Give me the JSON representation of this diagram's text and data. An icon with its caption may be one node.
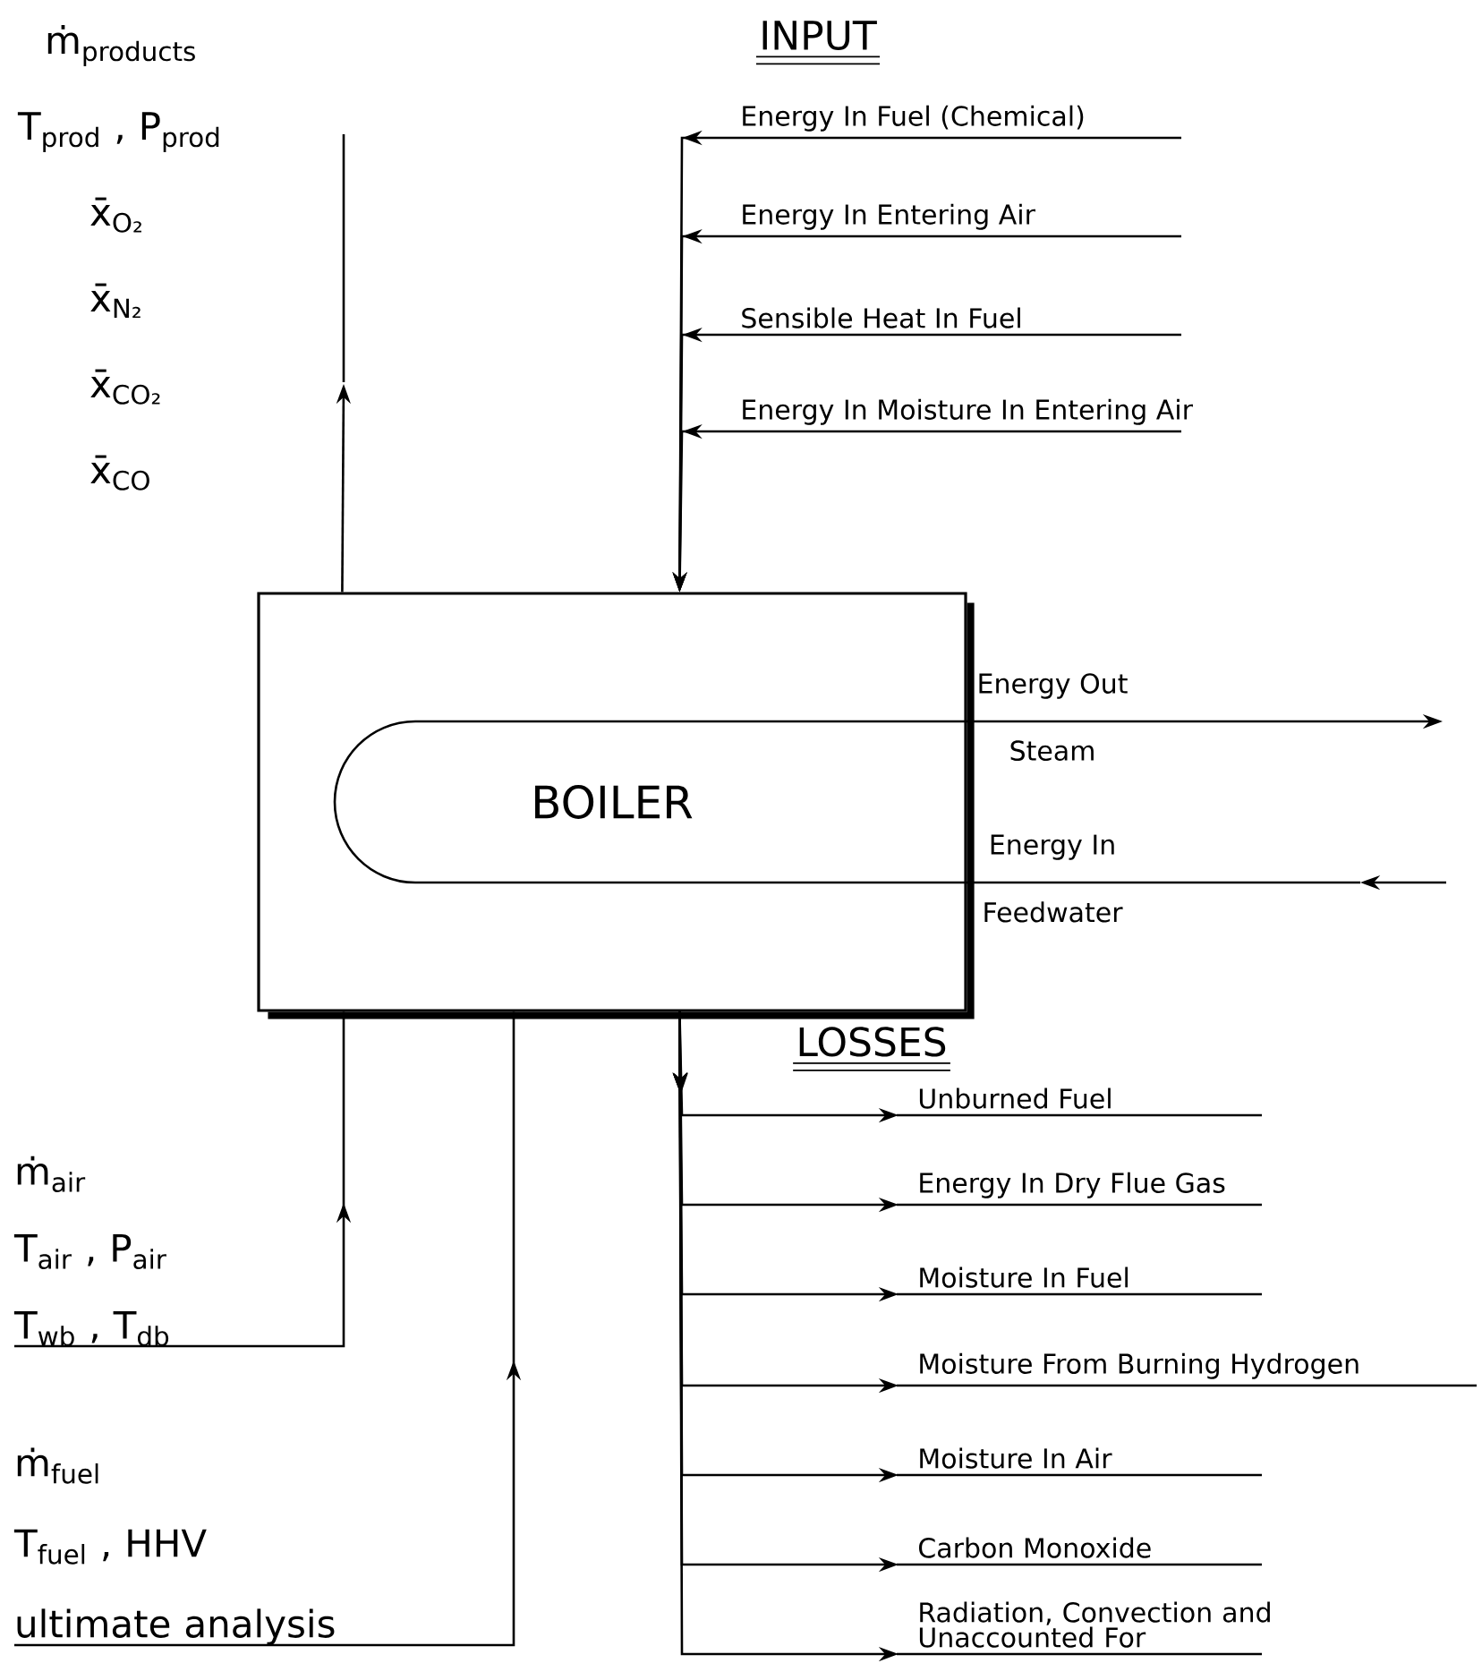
{
  "diagram": {
    "nodes": [
      {
        "text": [],
        "shape": "box"
      },
      {
        "text": [
          "ṁ$_{products}$",
          "T$_{prod}$ , P$_{prod}$",
          "x̄$_{O₂}$",
          "x̄$_{N₂}$",
          "x̄$_{CO₂}$",
          "x̄$_{CO}$"
        ]
      },
      {
        "text": [
          "ṁ$_{air}$",
          "T$_{air}$ , P$_{air}$",
          "T$_{wb}$ , T$_{db}$"
        ]
      },
      {
        "text": [
          "ṁ$_{fuel}$",
          "T$_{fuel}$ , HHV",
          "ultimate analysis"
        ]
      },
      {
        "text": [
          "BOILER"
        ]
      }
    ],
    "edges": [
      {
        "from": 0,
        "to": null,
        "arrow": "to"
      },
      {
        "from": 2,
        "to": 0,
        "arrow": "to"
      },
      {
        "from": 3,
        "to": 0,
        "arrow": "to"
      },
      {
        "from": null,
        "to": 0,
        "arrow": "to",
        "label": "Energy In Fuel (Chemical)"
      },
      {
        "from": null,
        "to": 0,
        "arrow": "to",
        "label": "Energy In Entering Air"
      },
      {
        "from": null,
        "to": 0,
        "arrow": "to",
        "label": "Sensible Heat In Fuel"
      },
      {
        "from": null,
        "to": 0,
        "arrow": "to",
        "label": "Energy In Moisture In Entering Air"
      },
      {
        "from": 0,
        "to": null,
        "arrow": "to",
        "label": "Unburned Fuel"
      },
      {
        "from": 0,
        "to": null,
        "arrow": "to",
        "label": "Energy In Dry Flue Gas"
      },
      {
        "from": 0,
        "to": null,
        "arrow": "to",
        "label": "Moisture In Fuel"
      },
      {
        "from": 0,
        "to": null,
        "arrow": "to",
        "label": "Moisture From Burning Hydrogen"
      },
      {
        "from": 0,
        "to": null,
        "arrow": "to",
        "label": "Moisture In Air"
      },
      {
        "from": 0,
        "to": null,
        "arrow": "to",
        "label": "Carbon Monoxide"
      },
      {
        "from": 0,
        "to": null,
        "arrow": "to",
        "label": "Radiation, Convection and Unaccounted For"
      },
      {
        "from": 4,
        "to": null,
        "arrow": "to"
      },
      {
        "from": null,
        "to": 4,
        "arrow": "to"
      }
    ],
    "labels": [
      "INPUT",
      "Energy Out",
      "Steam",
      "Energy In",
      "Feedwater",
      "LOSSES"
    ]
  }
}
